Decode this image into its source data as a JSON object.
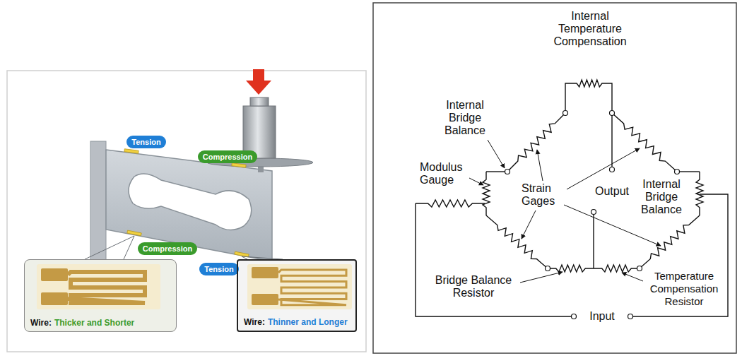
{
  "diagram": {
    "nodes": [
      {
        "text": [
          "Tension"
        ]
      },
      {
        "text": [
          "Compression"
        ]
      },
      {
        "text": [
          "Compression"
        ]
      },
      {
        "text": [
          "Tension"
        ]
      },
      {
        "text": [
          "Wire:",
          "Thicker and Shorter"
        ]
      },
      {
        "text": [
          "Wire:",
          "Thinner and Longer"
        ]
      }
    ],
    "labels": [
      "Internal Temperature Compensation",
      "Internal Bridge Balance",
      "Modulus Gauge",
      "Strain Gages",
      "Output",
      "Internal Bridge Balance",
      "Bridge Balance Resistor",
      "Temperature Compensation Resistor",
      "Input"
    ]
  }
}
